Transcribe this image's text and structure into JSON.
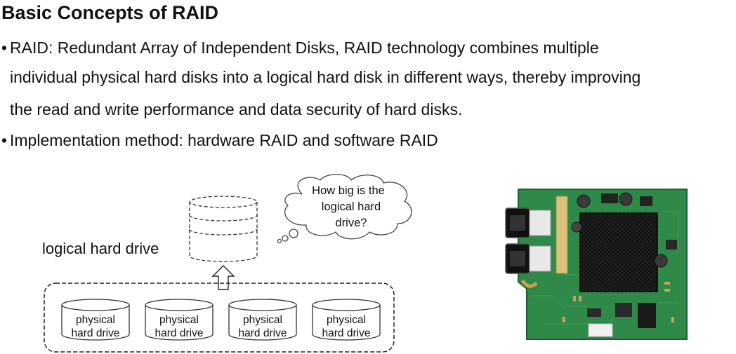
{
  "title": "Basic Concepts of RAID",
  "bullets": [
    {
      "marker": "•",
      "lines": [
        "RAID: Redundant Array of Independent Disks, RAID technology combines multiple",
        "individual physical hard disks into a logical hard disk in different ways, thereby improving",
        "the read and write performance and data security of hard disks."
      ]
    },
    {
      "marker": "•",
      "lines": [
        "Implementation method: hardware RAID and software RAID"
      ]
    }
  ],
  "diagram": {
    "logical_label": "logical hard drive",
    "thought_bubble": [
      "How big is the",
      "logical hard",
      "drive?"
    ],
    "physical_drives": [
      [
        "physical",
        "hard drive"
      ],
      [
        "physical",
        "hard drive"
      ],
      [
        "physical",
        "hard drive"
      ],
      [
        "physical",
        "hard drive"
      ]
    ]
  },
  "colors": {
    "text": "#111111",
    "pcb_green": "#2f8a4a",
    "heatsink": "#1c1c1c"
  }
}
